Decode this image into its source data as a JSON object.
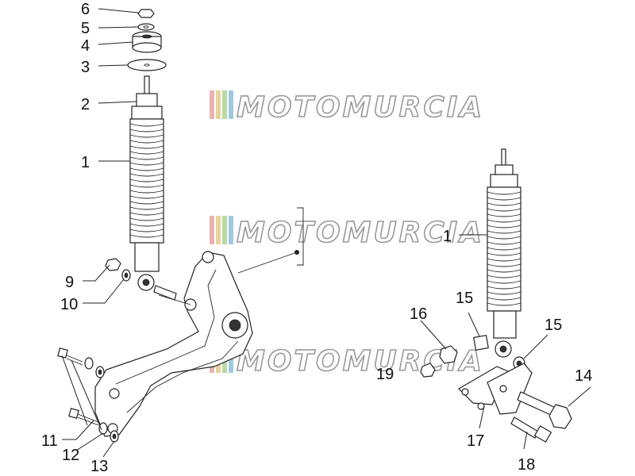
{
  "watermark": {
    "text": "MOTOMURCIA",
    "stripe_colors": [
      "#e8b4b0",
      "#e9d29a",
      "#b9d9a6",
      "#9fc9de"
    ]
  },
  "callouts": [
    {
      "id": "c6",
      "text": "6"
    },
    {
      "id": "c5",
      "text": "5"
    },
    {
      "id": "c4",
      "text": "4"
    },
    {
      "id": "c3",
      "text": "3"
    },
    {
      "id": "c2",
      "text": "2"
    },
    {
      "id": "c1a",
      "text": "1"
    },
    {
      "id": "c9",
      "text": "9"
    },
    {
      "id": "c10",
      "text": "10"
    },
    {
      "id": "c11",
      "text": "11"
    },
    {
      "id": "c12",
      "text": "12"
    },
    {
      "id": "c13",
      "text": "13"
    },
    {
      "id": "c1b",
      "text": "1"
    },
    {
      "id": "c16",
      "text": "16"
    },
    {
      "id": "c15a",
      "text": "15"
    },
    {
      "id": "c15b",
      "text": "15"
    },
    {
      "id": "c19",
      "text": "19"
    },
    {
      "id": "c14",
      "text": "14"
    },
    {
      "id": "c17",
      "text": "17"
    },
    {
      "id": "c18",
      "text": "18"
    }
  ]
}
